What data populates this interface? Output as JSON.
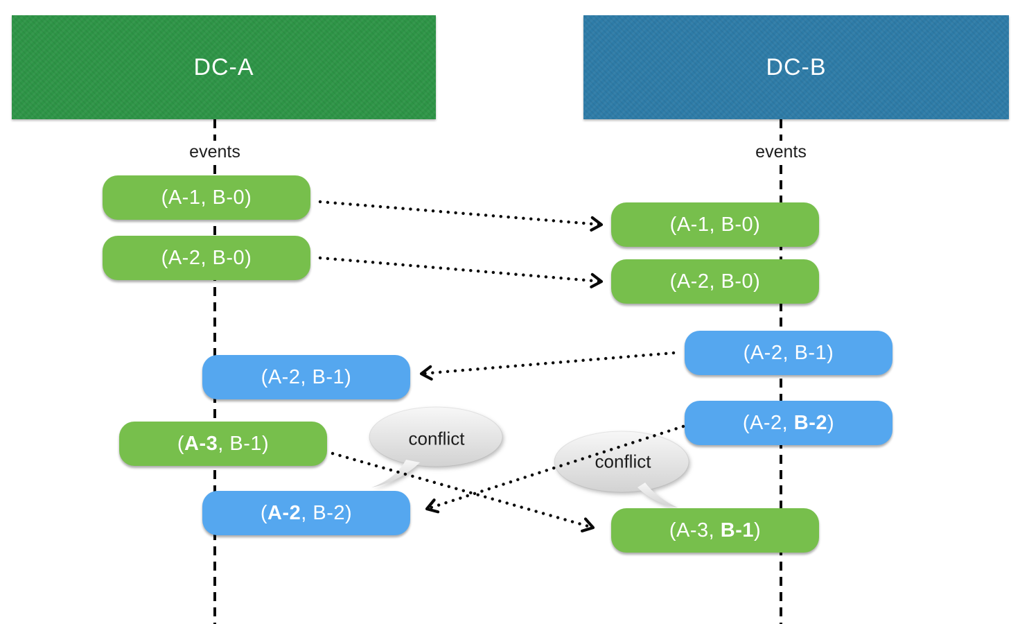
{
  "datacenters": [
    {
      "id": "dc-a",
      "label": "DC-A",
      "events_label": "events"
    },
    {
      "id": "dc-b",
      "label": "DC-B",
      "events_label": "events"
    }
  ],
  "pills": {
    "left_a1_b0": {
      "segments": [
        {
          "t": "(A-1, B-0)",
          "b": false
        }
      ]
    },
    "left_a2_b0": {
      "segments": [
        {
          "t": "(A-2, B-0)",
          "b": false
        }
      ]
    },
    "left_a2_b1": {
      "segments": [
        {
          "t": "(A-2, B-1)",
          "b": false
        }
      ]
    },
    "left_a3_b1": {
      "segments": [
        {
          "t": "(",
          "b": false
        },
        {
          "t": "A-3",
          "b": true
        },
        {
          "t": ", B-1)",
          "b": false
        }
      ]
    },
    "left_a2_b2": {
      "segments": [
        {
          "t": "(",
          "b": false
        },
        {
          "t": "A-2",
          "b": true
        },
        {
          "t": ", B-2)",
          "b": false
        }
      ]
    },
    "right_a1_b0": {
      "segments": [
        {
          "t": "(A-1, B-0)",
          "b": false
        }
      ]
    },
    "right_a2_b0": {
      "segments": [
        {
          "t": "(A-2, B-0)",
          "b": false
        }
      ]
    },
    "right_a2_b1": {
      "segments": [
        {
          "t": "(A-2, B-1)",
          "b": false
        }
      ]
    },
    "right_a2_b2": {
      "segments": [
        {
          "t": "(A-2, ",
          "b": false
        },
        {
          "t": "B-2",
          "b": true
        },
        {
          "t": ")",
          "b": false
        }
      ]
    },
    "right_a3_b1": {
      "segments": [
        {
          "t": "(A-3, ",
          "b": false
        },
        {
          "t": "B-1",
          "b": true
        },
        {
          "t": ")",
          "b": false
        }
      ]
    }
  },
  "labels": {
    "events_left": "events",
    "events_right": "events",
    "conflict_1": "conflict",
    "conflict_2": "conflict"
  },
  "arrows": [
    {
      "from": "left_a1_b0",
      "to": "right_a1_b0",
      "direction": "left-to-right"
    },
    {
      "from": "left_a2_b0",
      "to": "right_a2_b0",
      "direction": "left-to-right"
    },
    {
      "from": "right_a2_b1",
      "to": "left_a2_b1",
      "direction": "right-to-left"
    },
    {
      "from": "left_a3_b1",
      "to": "right_a3_b1",
      "direction": "left-to-right",
      "conflict": true
    },
    {
      "from": "right_a2_b2",
      "to": "left_a2_b2",
      "direction": "right-to-left",
      "conflict": true
    }
  ],
  "colors": {
    "dc_a_box": "#2e9547",
    "dc_b_box": "#2e7ca8",
    "green_pill": "#77bf4c",
    "blue_pill": "#55a7ef",
    "arrow": "#0a0a0a",
    "timeline": "#0a0a0a",
    "bubble_top": "#f7f7f7",
    "bubble_bottom": "#d2d2d2"
  }
}
